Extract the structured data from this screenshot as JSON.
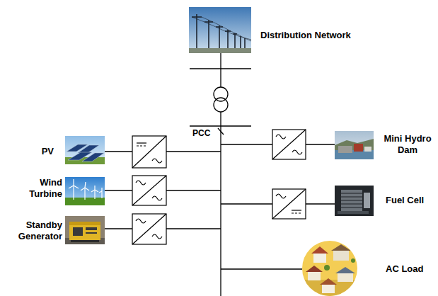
{
  "diagram": {
    "nodes": [
      {
        "text": [
          "Distribution Network"
        ]
      },
      {
        "text": [
          "PV"
        ]
      },
      {
        "text": [
          "Wind Turbine"
        ]
      },
      {
        "text": [
          "Standby Generator"
        ]
      },
      {
        "text": [
          "Mini Hydro Dam"
        ]
      },
      {
        "text": [
          "Fuel Cell"
        ]
      },
      {
        "text": [
          "AC Load"
        ]
      }
    ],
    "labels": [
      "PCC"
    ]
  }
}
